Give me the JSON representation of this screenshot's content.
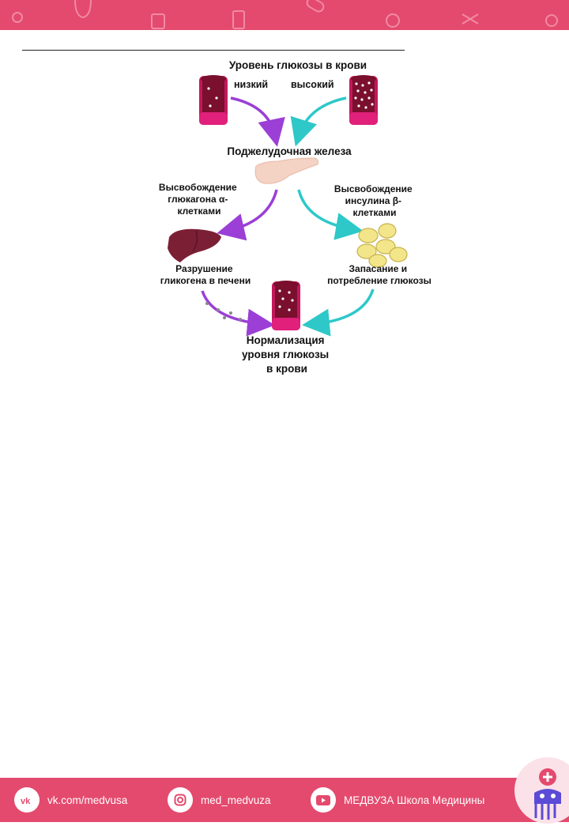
{
  "diagram": {
    "title": "Уровень глюкозы в крови",
    "low_label": "низкий",
    "high_label": "высокий",
    "pancreas_label": "Поджелудочная железа",
    "glucagon_label": [
      "Высвобождение",
      "глюкагона α-",
      "клетками"
    ],
    "insulin_label": [
      "Высвобождение",
      "инсулина β-",
      "клетками"
    ],
    "liver_label": [
      "Разрушение",
      "гликогена в печени"
    ],
    "storage_label": [
      "Запасание и",
      "потребление глюкозы"
    ],
    "result_label": [
      "Нормализация",
      "уровня глюкозы",
      "в крови"
    ],
    "colors": {
      "glucagon_arrow": "#9b3fd6",
      "insulin_arrow": "#2ec8c8",
      "vessel": "#c2185b",
      "vessel_dark": "#7a0f2e",
      "liver": "#7b1f35",
      "fat_cell": "#f3e58a",
      "pancreas": "#f4d2c4"
    }
  },
  "footer": {
    "vk": "vk.com/medvusa",
    "instagram": "med_medvuza",
    "youtube": "МЕДВУЗА Школа Медицины"
  }
}
